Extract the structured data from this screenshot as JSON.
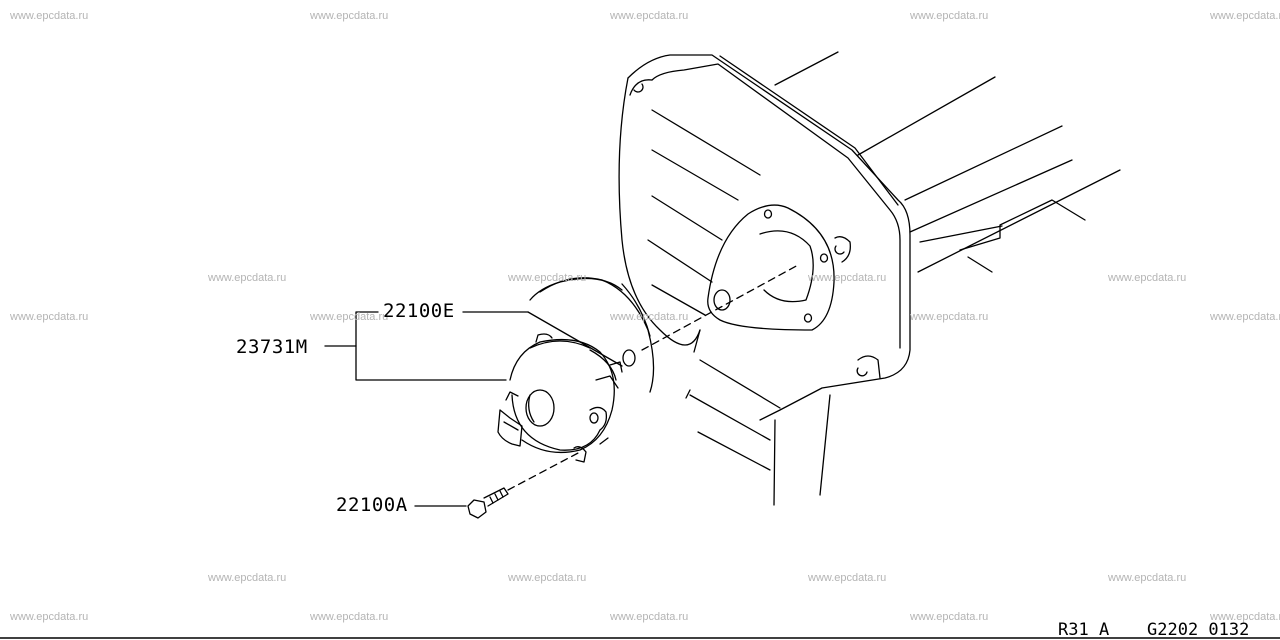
{
  "watermark": "www.epcdata.ru",
  "callouts": {
    "e": "22100E",
    "m": "23731M",
    "a": "22100A"
  },
  "footer": {
    "model": "R31 A",
    "drawing": "G2202 0132"
  }
}
